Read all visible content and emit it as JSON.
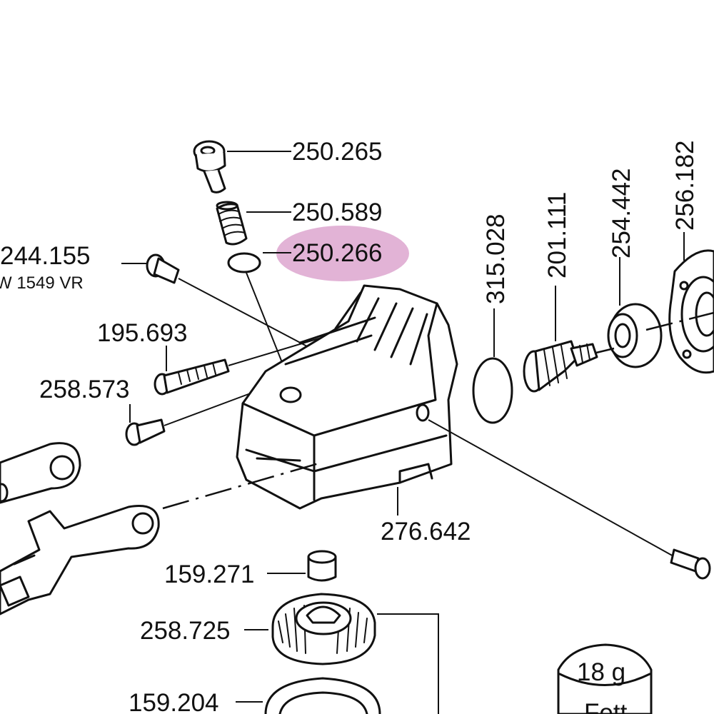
{
  "highlight_color": "#e2b3d6",
  "parts": [
    {
      "id": "p250265",
      "number": "250.265",
      "icon": "cap-screw"
    },
    {
      "id": "p250589",
      "number": "250.589",
      "icon": "spring"
    },
    {
      "id": "p250266",
      "number": "250.266",
      "icon": "o-ring-small",
      "highlighted": true
    },
    {
      "id": "p244155",
      "number": "244.155",
      "icon": "screw"
    },
    {
      "id": "p195693",
      "number": "195.693",
      "icon": "long-screw"
    },
    {
      "id": "p258573",
      "number": "258.573",
      "icon": "screw"
    },
    {
      "id": "p276642",
      "number": "276.642",
      "icon": "gear-housing"
    },
    {
      "id": "p315028",
      "number": "315.028",
      "icon": "o-ring"
    },
    {
      "id": "p201111",
      "number": "201.111",
      "icon": "threaded-bushing"
    },
    {
      "id": "p254442",
      "number": "254.442",
      "icon": "ball-bearing"
    },
    {
      "id": "p256182",
      "number": "256.182",
      "icon": "flange"
    },
    {
      "id": "p159271",
      "number": "159.271",
      "icon": "sleeve"
    },
    {
      "id": "p258725",
      "number": "258.725",
      "icon": "bevel-gear"
    },
    {
      "id": "p159204",
      "number": "159.204",
      "icon": "ring"
    }
  ],
  "sub_label": "W 1549 VR",
  "grease_label": "18 g",
  "grease_sub_label": "Fett"
}
